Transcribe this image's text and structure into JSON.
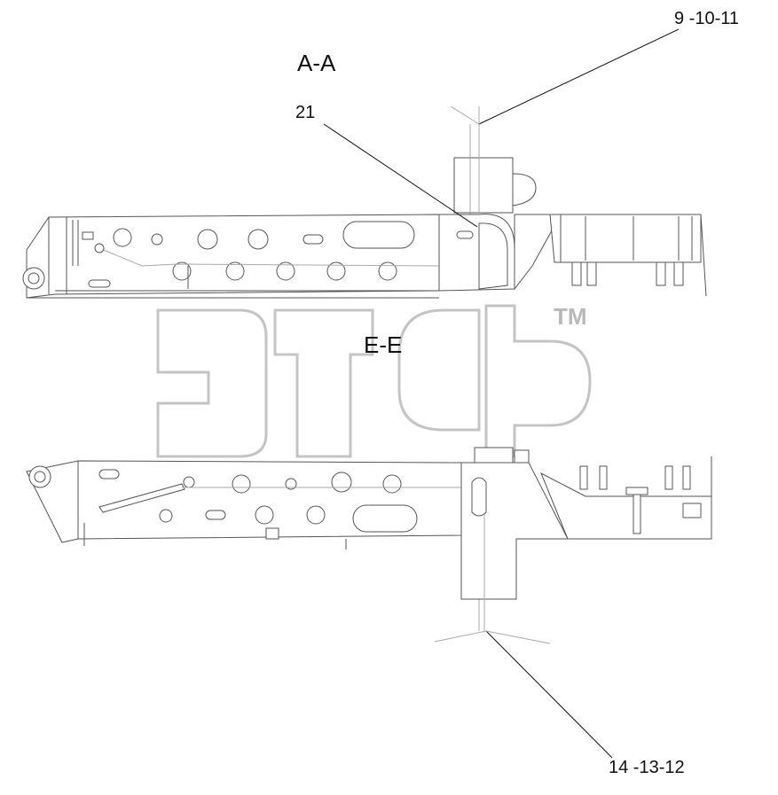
{
  "views": {
    "section_a": "A-A",
    "section_e": "E-E"
  },
  "callouts": {
    "top_right": "9 -10-11",
    "top_mid": "21",
    "bottom": "14 -13-12"
  },
  "watermark": {
    "mark": "TM"
  },
  "colors": {
    "line": "#555555",
    "watermark": "#b9b9b9",
    "text": "#111111"
  }
}
